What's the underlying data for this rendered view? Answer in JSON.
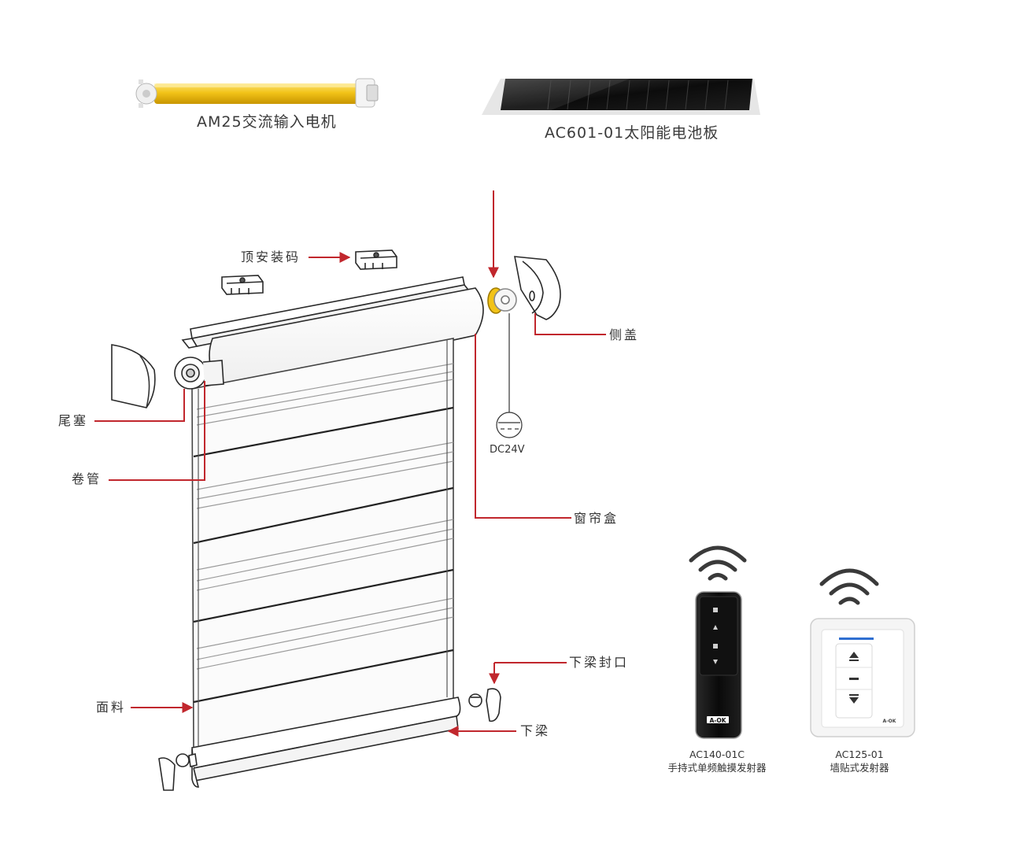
{
  "products": {
    "motor_label": "AM25交流输入电机",
    "solar_label": "AC601-01太阳能电池板"
  },
  "parts": {
    "top_bracket": "顶安装码",
    "side_cover": "侧盖",
    "end_plug": "尾塞",
    "roller_tube": "卷管",
    "power": "DC24V",
    "cassette": "窗帘盒",
    "bottom_rail_cap": "下梁封口",
    "fabric": "面料",
    "bottom_rail": "下梁"
  },
  "remotes": {
    "handheld_model": "AC140-01C",
    "handheld_desc": "手持式单频触摸发射器",
    "handheld_brand": "A-OK",
    "wall_model": "AC125-01",
    "wall_desc": "墙贴式发射器",
    "wall_brand": "A-OK"
  },
  "colors": {
    "leader": "#c1272d",
    "motor": "#f2c318",
    "text": "#333333"
  }
}
